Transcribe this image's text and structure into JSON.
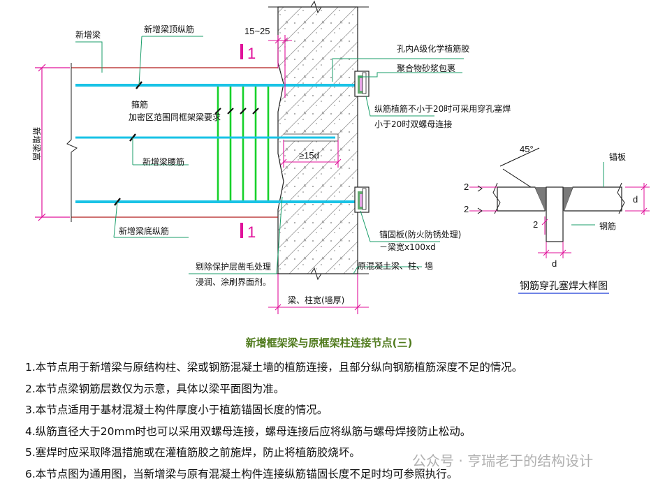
{
  "title": "新增框架梁与原框架柱连接节点(三)",
  "labels": {
    "new_beam": "新增梁",
    "top_bar": "新增梁顶纵筋",
    "beam_height": "新增梁高",
    "stirrup_line1": "箍筋",
    "stirrup_line2": "加密区范围同框架梁要求",
    "waist_bar": "新增梁腰筋",
    "bottom_bar": "新增梁底纵筋",
    "surface_line1": "剔除保护层凿毛处理",
    "surface_line2": "浸润、涂刷界面剂。",
    "glue": "孔内A级化学植筋胶",
    "mortar": "聚合物砂浆包裹",
    "weld_line1": "纵筋植筋不小于20时可采用穿孔塞焊",
    "weld_line2": "小于20时双螺母连接",
    "anchor_line1": "锚固板(防火防锈处理)",
    "anchor_line2": "－梁宽x100xd",
    "orig_member": "原混凝土梁、柱、墙",
    "width_label": "梁、柱宽(墙厚)",
    "anchor_plate": "锚板",
    "rebar": "钢筋",
    "detail_title": "钢筋穿孔塞焊大样图"
  },
  "dimensions": {
    "cover": "15~25",
    "embed": "≥15d",
    "angle": "45°",
    "weld_size": "2",
    "plate_d": "d",
    "bar_d": "d"
  },
  "section_marks": {
    "top": "1",
    "bottom": "1"
  },
  "notes": [
    "1.本节点用于新增梁与原结构柱、梁或钢筋混凝土墙的植筋连接，且部分纵向钢筋植筋深度不足的情况。",
    "2.本节点梁钢筋层数仅为示意，具体以梁平面图为准。",
    "3.本节点适用于基材混凝土构件厚度小于植筋锚固长度的情况。",
    "4.纵筋直径大于20mm时也可以采用双螺母连接，螺母连接后应将纵筋与螺母焊接防止松动。",
    "5.塞焊时应采取降温措施或在灌植筋胶之前施焊，防止将植筋胶烧坏。",
    "6.本节点图为通用图，当新增梁与原有混凝土构件连接纵筋锚固长度不足时均可参照执行。"
  ],
  "watermark": "公众号 · 亨瑞老于的结构设计",
  "colors": {
    "rebar": "#19c3e6",
    "stirrup": "#17d12a",
    "beam_outline": "#b01a1a",
    "dimension": "#e0119a",
    "leader": "#1a9e6a",
    "title": "#4f7a1c"
  }
}
